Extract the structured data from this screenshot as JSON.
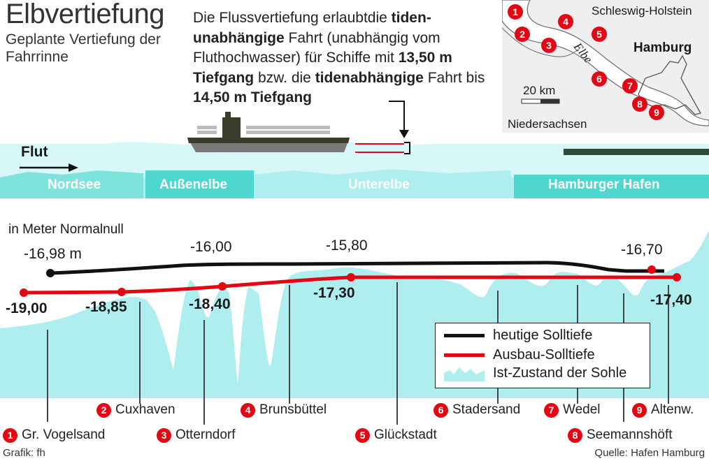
{
  "header": {
    "title": "Elbvertiefung",
    "subtitle": "Geplante Vertiefung der Fahrrinne"
  },
  "description": {
    "p1": "Die Flussvertiefung erlaubtdie ",
    "b1": "tiden-unabhängige",
    "p2": " Fahrt  (unabhängig vom Fluthochwasser) für Schiffe mit ",
    "b2": "13,50 m Tiefgang",
    "p3": " bzw. die ",
    "b3": "tidenabhängige",
    "p4": " Fahrt bis ",
    "b4": "14,50 m Tiefgang"
  },
  "map": {
    "region_north": "Schleswig-Holstein",
    "region_south": "Niedersachsen",
    "city": "Hamburg",
    "river": "Elbe",
    "scale": "20 km",
    "markers": [
      "1",
      "2",
      "3",
      "4",
      "5",
      "6",
      "7",
      "8",
      "9"
    ]
  },
  "profile_header": {
    "flow_label": "Flut",
    "regions": [
      "Nordsee",
      "Außenelbe",
      "Unterelbe",
      "Hamburger Hafen"
    ]
  },
  "colors": {
    "current": "#111111",
    "planned": "#e30613",
    "riverbed": "#aeeeee",
    "water": "#d8f7f7",
    "region_band": "#4fd6cf"
  },
  "chart_data": {
    "type": "line",
    "ylabel": "in Meter Normalnull",
    "stations": [
      {
        "num": "1",
        "name": "Gr. Vogelsand"
      },
      {
        "num": "2",
        "name": "Cuxhaven"
      },
      {
        "num": "3",
        "name": "Otterndorf"
      },
      {
        "num": "4",
        "name": "Brunsbüttel"
      },
      {
        "num": "5",
        "name": "Glückstadt"
      },
      {
        "num": "6",
        "name": "Stadersand"
      },
      {
        "num": "7",
        "name": "Wedel"
      },
      {
        "num": "8",
        "name": "Seemannshöft"
      },
      {
        "num": "9",
        "name": "Altenw."
      }
    ],
    "series": [
      {
        "name": "heutige Solltiefe",
        "labels": [
          "-16,98 m",
          "-16,00",
          "-15,80",
          "-16,70"
        ]
      },
      {
        "name": "Ausbau-Solltiefe",
        "labels": [
          "-19,00",
          "-18,85",
          "-18,40",
          "-17,30",
          "-17,40"
        ]
      },
      {
        "name": "Ist-Zustand der Sohle"
      }
    ]
  },
  "footer": {
    "credit": "Grafik: fh",
    "source": "Quelle: Hafen Hamburg"
  }
}
